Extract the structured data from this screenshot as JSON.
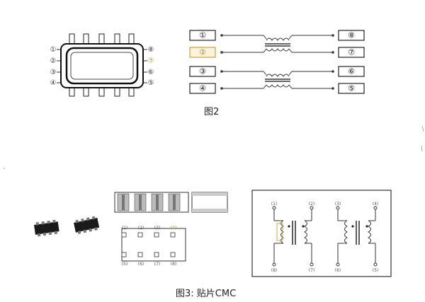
{
  "figure2": {
    "caption": "图2",
    "left_pins": [
      "①",
      "②",
      "③",
      "④"
    ],
    "right_pins": [
      "⑧",
      "⑦",
      "⑥",
      "⑤"
    ],
    "package_left_pins": [
      "①",
      "②",
      "③",
      "④"
    ],
    "package_right_pins": [
      "⑧",
      "⑦",
      "⑥",
      "⑤"
    ],
    "highlight_color": "#e0a040"
  },
  "figure3": {
    "caption": "图3: 贴片CMC",
    "footprint_top_labels": [
      "(1)",
      "(2)",
      "(3)",
      "(4)"
    ],
    "footprint_bottom_labels": [
      "(5)",
      "(6)",
      "(7)",
      "(8)"
    ],
    "schematic_top_labels": [
      "(1)",
      "(2)",
      "(3)",
      "(4)"
    ],
    "schematic_bottom_labels": [
      "(8)",
      "(7)",
      "(6)",
      "(5)"
    ]
  }
}
